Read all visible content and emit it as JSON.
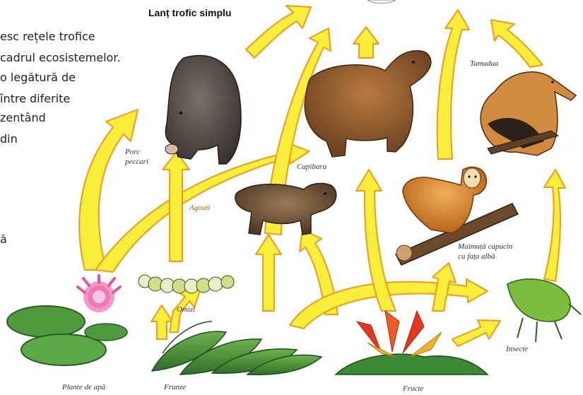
{
  "title": "Lanț trofic simplu",
  "intro_lines": [
    "esc rețele trofice",
    " cadrul ecosistemelor.",
    "o legătură de",
    " între diferite",
    "zentând",
    "din"
  ],
  "intro_tail": "ă",
  "labels": {
    "porc_peccari_1": "Porc",
    "porc_peccari_2": "peccari",
    "capibara": "Capibara",
    "tamadua": "Tamadua",
    "agouti": "Agouti",
    "maimuta_1": "Maimuță capucin",
    "maimuta_2": "cu fața albă",
    "omizi": "Omizi",
    "insecte": "Insecte",
    "plante_de_apa": "Plante de apă",
    "frunze": "Frunze",
    "fructe": "Fructe"
  },
  "colors": {
    "arrow_fill": "#f9ee3a",
    "arrow_stroke": "#ee9b1d",
    "agouti_label": "#8a6a00"
  }
}
